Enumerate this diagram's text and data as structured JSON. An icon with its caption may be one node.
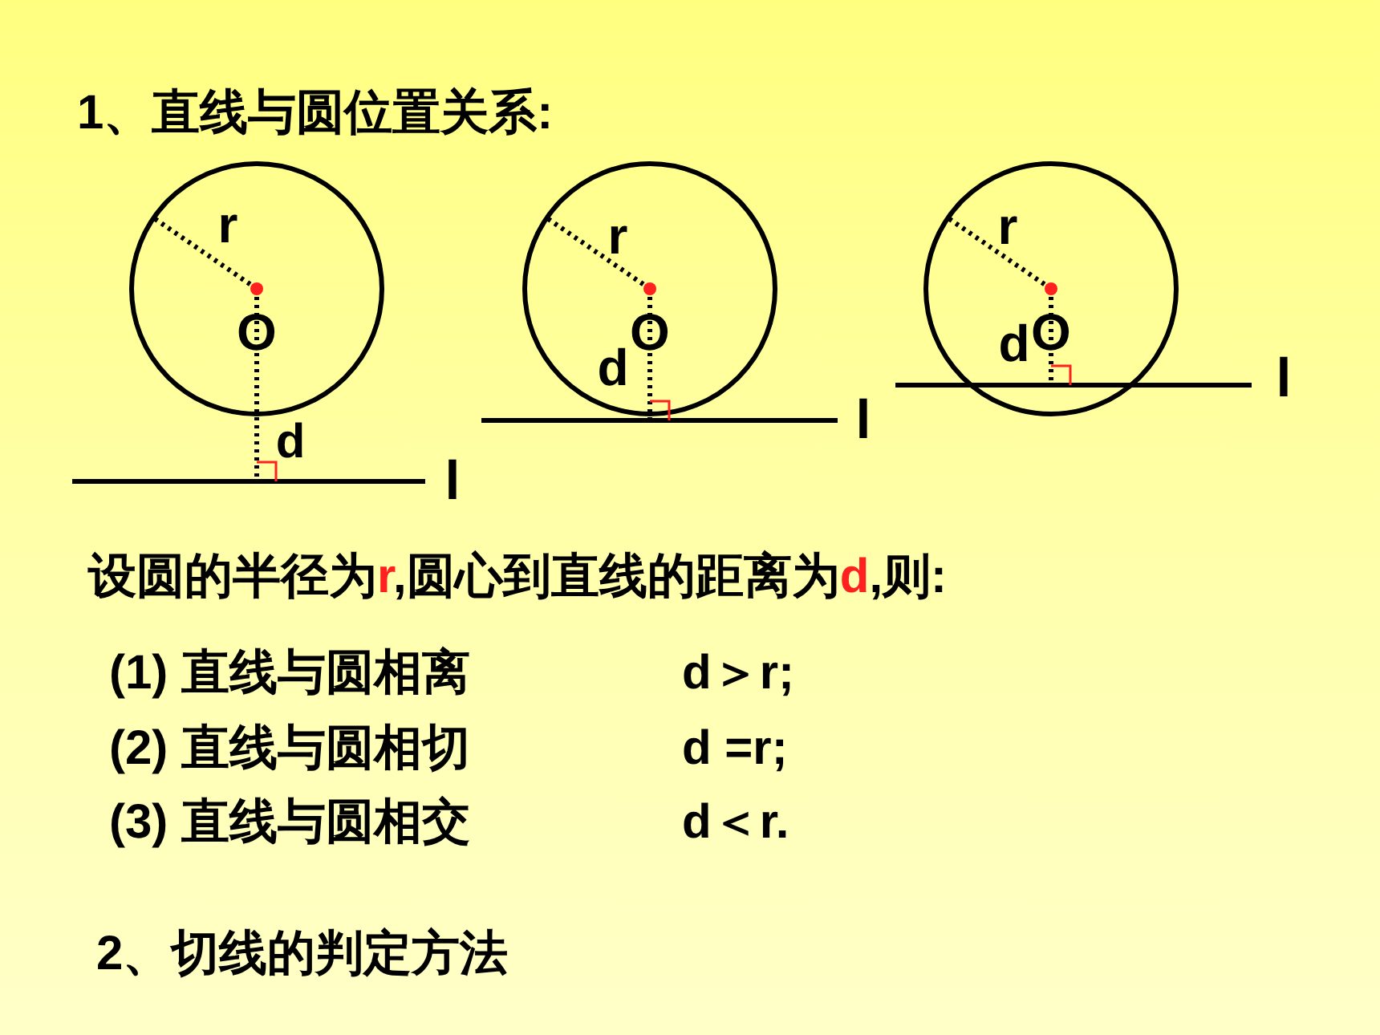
{
  "diagram": {
    "title": "1、直线与圆位置关系:",
    "labels": [
      "r",
      "O",
      "d",
      "l",
      "r",
      "d",
      "O",
      "l",
      "r",
      "d",
      "O",
      "l",
      "设圆的半径为**r**,圆心到直线的距离为**d**,则:",
      "(1) 直线与圆相离",
      "d＞r;",
      "(2) 直线与圆相切",
      "d =r;",
      "(3) 直线与圆相交",
      "d＜r.",
      "2、切线的判定方法"
    ]
  }
}
